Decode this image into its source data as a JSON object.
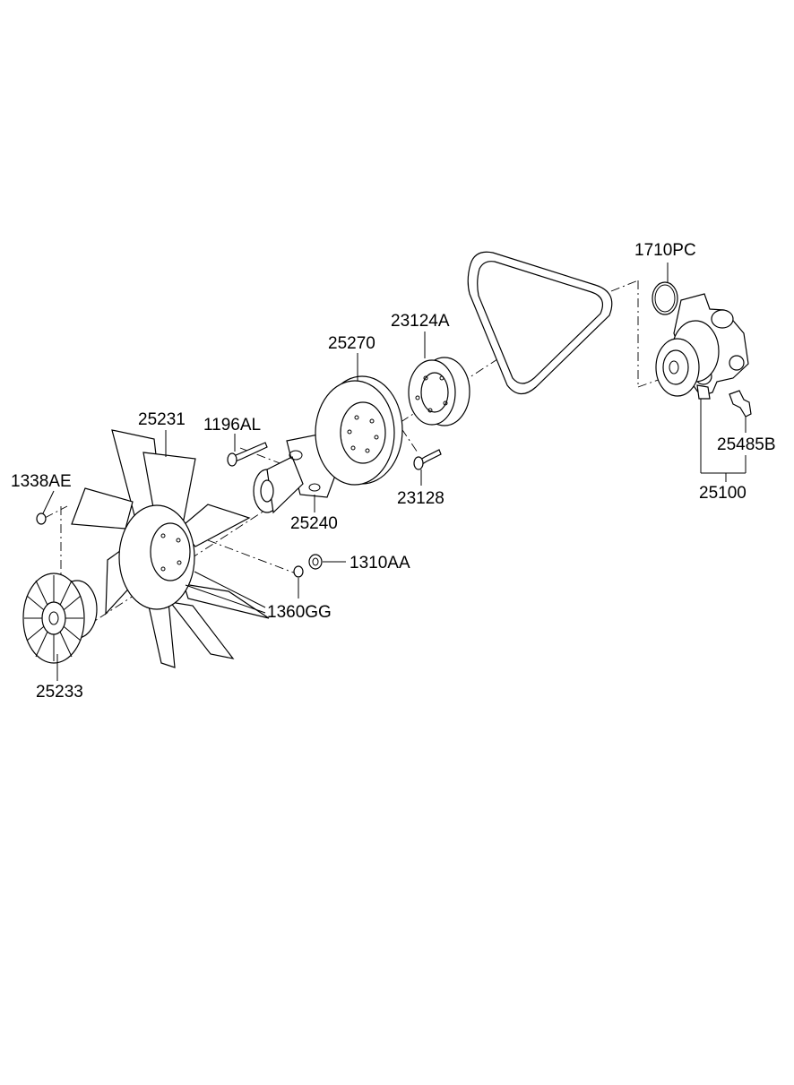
{
  "diagram": {
    "part_labels": {
      "p1710PC": "1710PC",
      "p23124A": "23124A",
      "p25270": "25270",
      "p25231": "25231",
      "p1196AL": "1196AL",
      "p1338AE": "1338AE",
      "p25485B": "25485B",
      "p23128": "23128",
      "p25100": "25100",
      "p25240": "25240",
      "p1310AA": "1310AA",
      "p1360GG": "1360GG",
      "p25233": "25233"
    }
  }
}
